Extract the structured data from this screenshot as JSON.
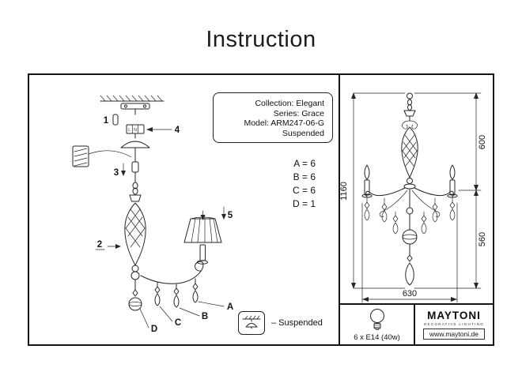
{
  "title": "Instruction",
  "info_box": {
    "line1": "Collection: Elegant",
    "line2": "Series: Grace",
    "line3": "Model: ARM247-06-G",
    "line4": "Suspended"
  },
  "parts_counts": {
    "a": "A = 6",
    "b": "B = 6",
    "c": "C = 6",
    "d": "D = 1"
  },
  "assembly": {
    "num1": "1",
    "num2": "2",
    "num3": "3",
    "num4": "4",
    "num5": "5",
    "terminal_l": "L",
    "terminal_n": "N",
    "letter_a": "A",
    "letter_b": "B",
    "letter_c": "C",
    "letter_d": "D"
  },
  "dimensions": {
    "overall_height": "1160",
    "upper_height": "600",
    "lower_height": "560",
    "width": "630"
  },
  "footer": {
    "suspended_label": "– Suspended",
    "bulb_spec": "6 x E14 (40w)",
    "brand": "MAYTONI",
    "brand_tagline": "DECORATIVE LIGHTING",
    "website": "www.maytoni.de"
  },
  "colors": {
    "ink": "#262626"
  }
}
